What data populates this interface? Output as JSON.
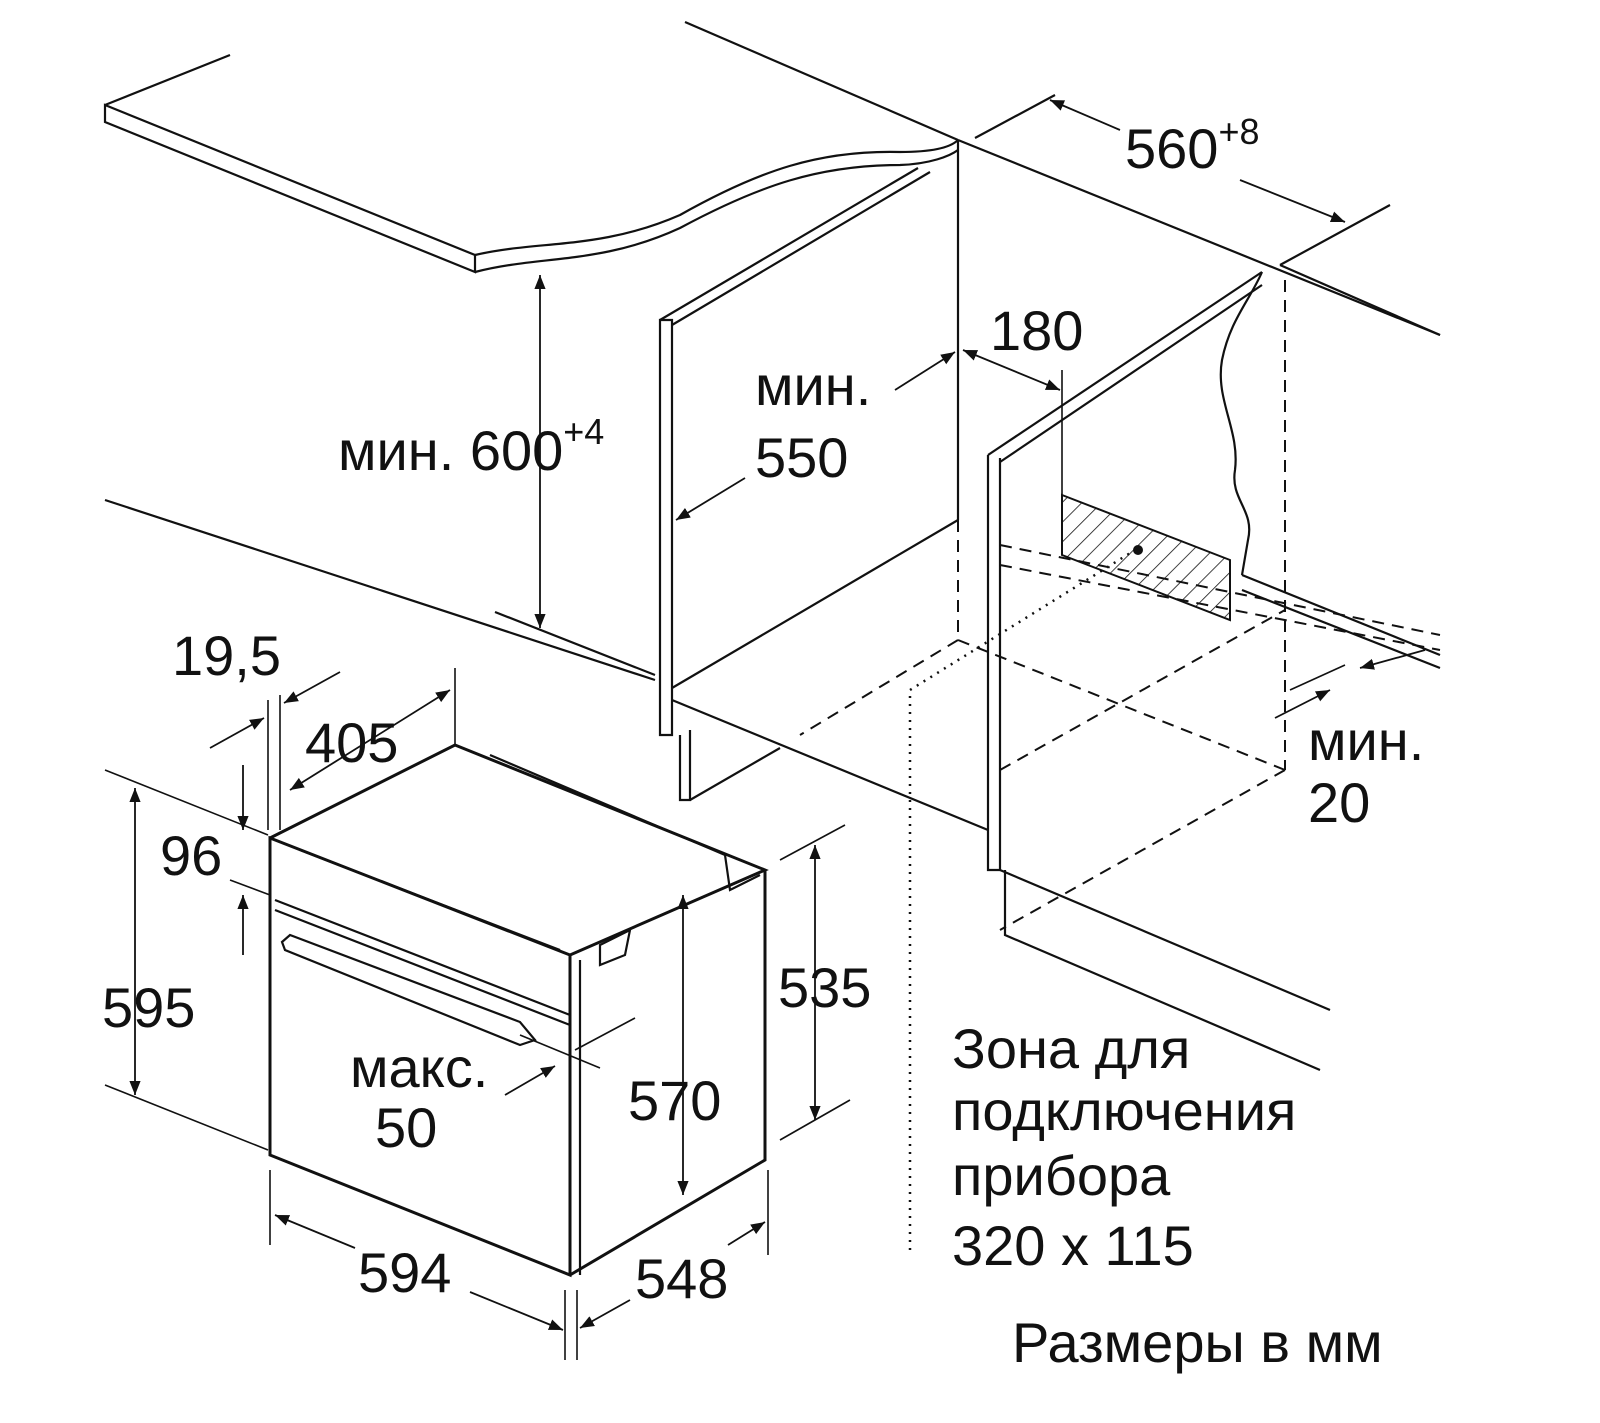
{
  "labels": {
    "width_niche": "560",
    "width_niche_tol": "+8",
    "depth_180": "180",
    "min_550_prefix": "мин.",
    "min_550_value": "550",
    "min_600_prefix": "мин. 600",
    "min_600_tol": "+4",
    "door_19_5": "19,5",
    "depth_405": "405",
    "panel_96": "96",
    "height_595": "595",
    "height_535": "535",
    "height_570": "570",
    "max_50_prefix": "макс.",
    "max_50_value": "50",
    "width_594": "594",
    "depth_548": "548",
    "min_20_prefix": "мин.",
    "min_20_value": "20",
    "connection_zone": [
      "Зона для",
      "подключения",
      "прибора",
      "320 x 115"
    ],
    "units_note": "Размеры в мм"
  }
}
